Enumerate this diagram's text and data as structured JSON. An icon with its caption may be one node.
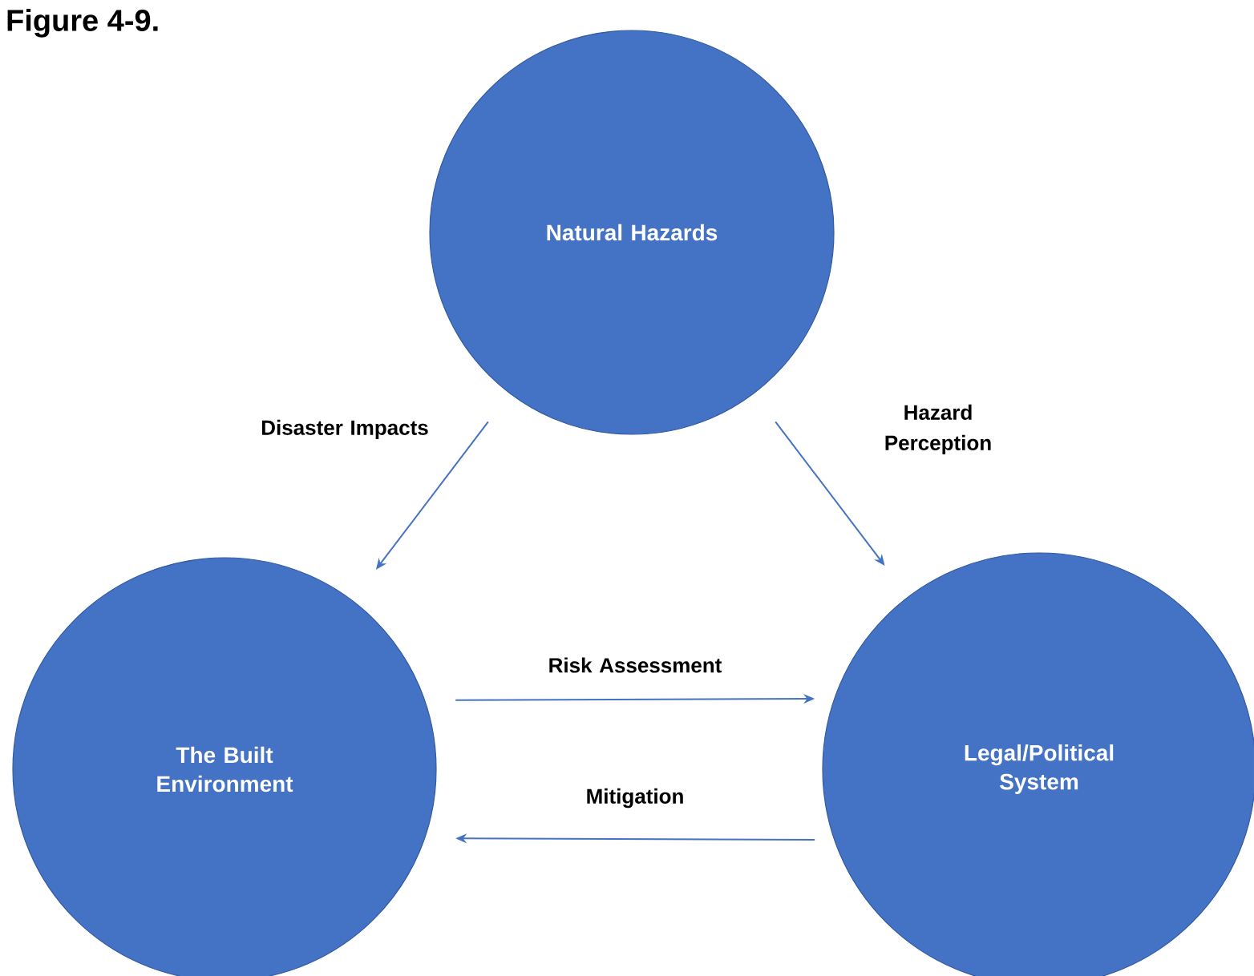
{
  "diagram": {
    "title": "Figure 4-9.",
    "nodes": [
      {
        "text": [
          "Natural Hazards"
        ]
      },
      {
        "text": [
          "The Built Environment"
        ]
      },
      {
        "text": [
          "Legal/Political System"
        ]
      }
    ],
    "edges": [
      {
        "from": 0,
        "to": 1,
        "arrow": "to",
        "label": "Disaster Impacts"
      },
      {
        "from": 0,
        "to": 2,
        "arrow": "to",
        "label": "Hazard Perception"
      },
      {
        "from": 1,
        "to": 2,
        "arrow": "to",
        "label": "Risk Assessment"
      },
      {
        "from": 2,
        "to": 1,
        "arrow": "to",
        "label": "Mitigation"
      }
    ]
  }
}
